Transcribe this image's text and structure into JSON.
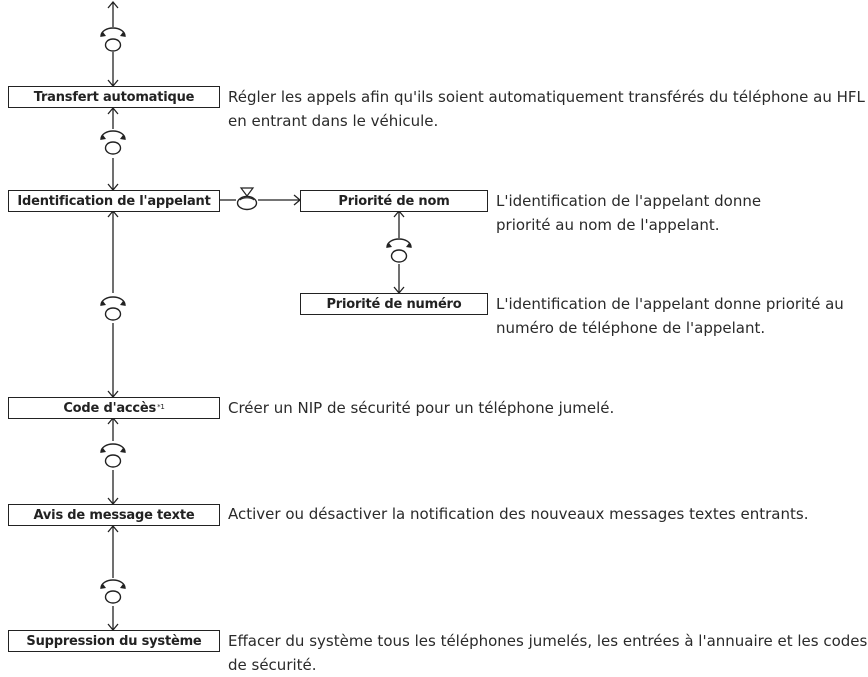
{
  "items": [
    {
      "label": "Transfert automatique",
      "desc": "Régler les appels afin qu'ils soient automatiquement transférés du téléphone au HFL en entrant dans le véhicule."
    },
    {
      "label": "Identification de l'appelant"
    },
    {
      "label": "Code d'accès",
      "note": "*1",
      "desc": "Créer un NIP de sécurité pour un téléphone jumelé."
    },
    {
      "label": "Avis de message texte",
      "desc": "Activer ou désactiver la notification des nouveaux messages textes entrants."
    },
    {
      "label": "Suppression du système",
      "desc": "Effacer du système tous les téléphones jumelés, les entrées à l'annuaire et les codes de sécurité."
    }
  ],
  "sub_items": [
    {
      "label": "Priorité de nom",
      "desc": "L'identification de l'appelant donne priorité au nom de l'appelant."
    },
    {
      "label": "Priorité de numéro",
      "desc": "L'identification de l'appelant donne priorité au numéro de téléphone de l'appelant."
    }
  ],
  "icons": {
    "rotate": "selector-knob-icon",
    "press": "press-select-icon"
  }
}
